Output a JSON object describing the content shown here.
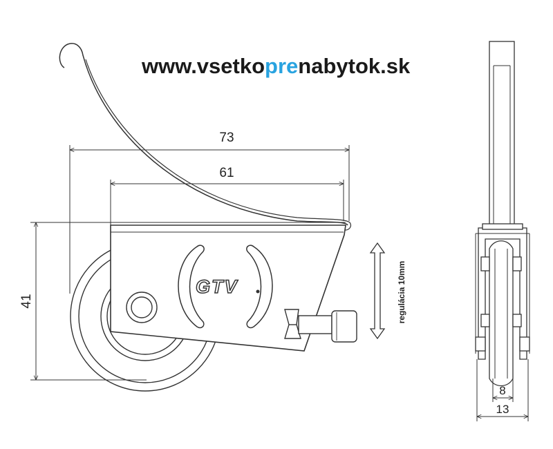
{
  "website": {
    "prefix": "www.vsetko",
    "highlight": "pre",
    "suffix": "nabytok.sk",
    "highlight_color": "#29a3e0"
  },
  "dimensions": {
    "total_width": "73",
    "bracket_width": "61",
    "height": "41",
    "wheel_width": "8",
    "outer_width": "13",
    "adjustment_label": "regulácia 10mm"
  },
  "brand_logo": "GTV",
  "colors": {
    "line": "#333333",
    "text": "#222222"
  }
}
